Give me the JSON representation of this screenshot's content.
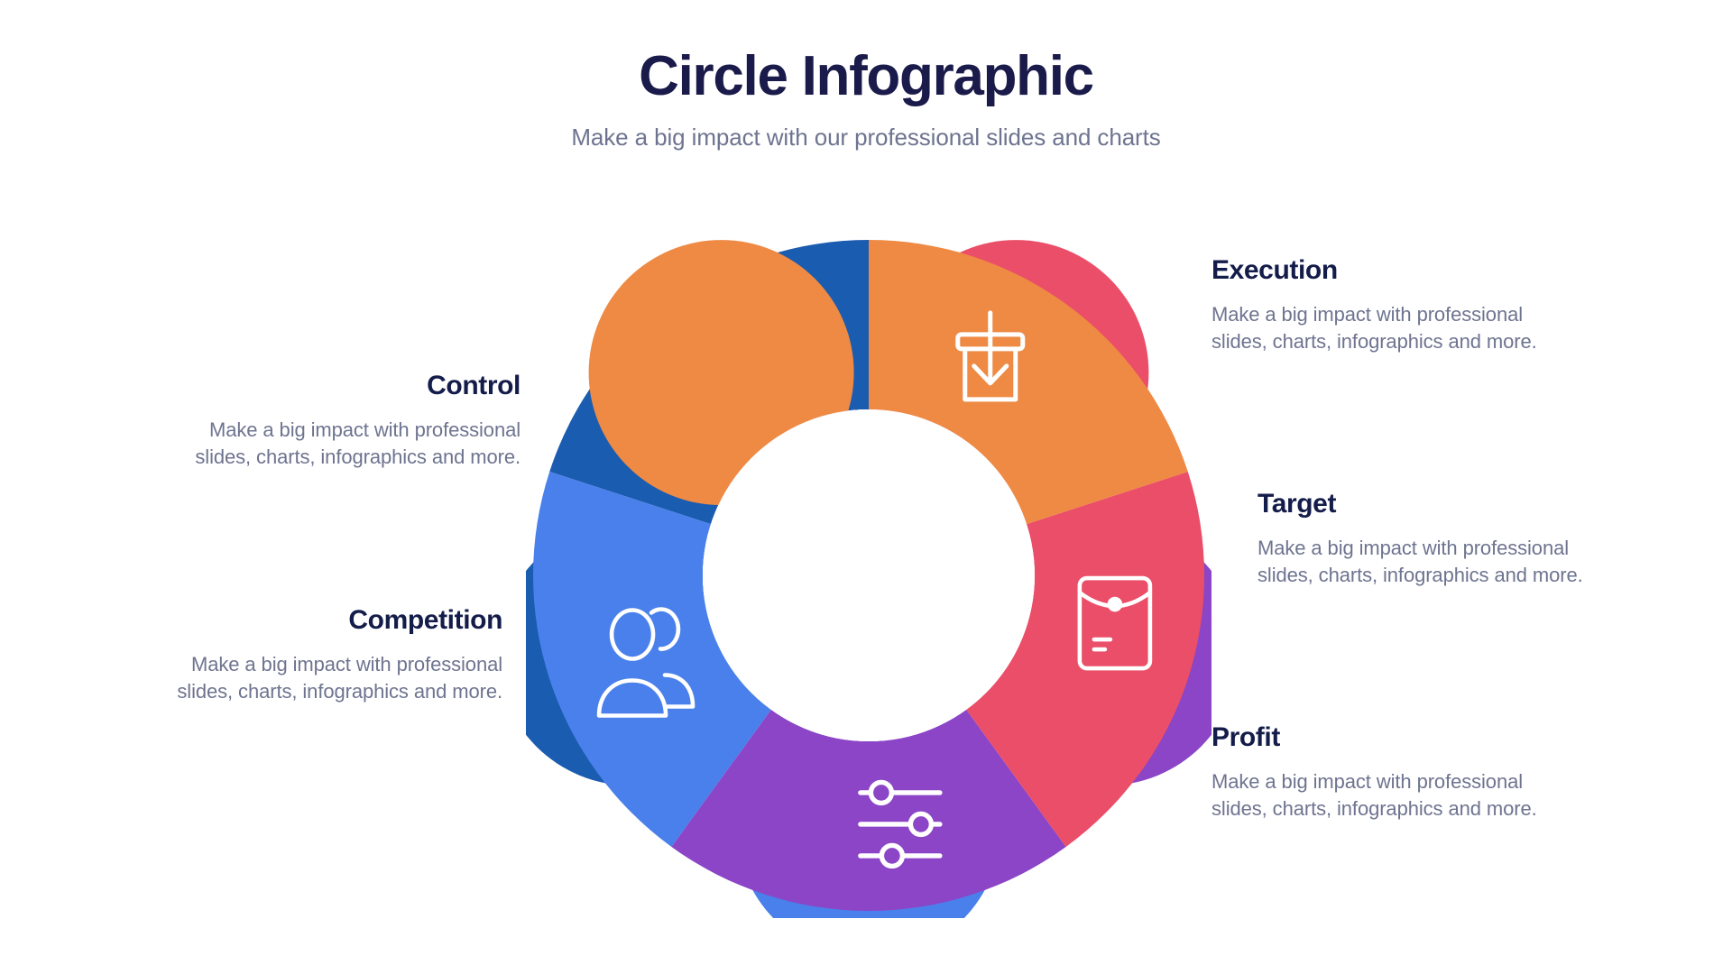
{
  "header": {
    "title": "Circle Infographic",
    "subtitle": "Make a big impact with our professional slides and charts"
  },
  "chart_data": {
    "type": "pie",
    "title": "Circle Infographic",
    "subtitle": "Make a big impact with our professional slides and charts",
    "legend_position": "sides",
    "grid": false,
    "inner_radius_ratio": 0.49,
    "categories": [
      "Execution",
      "Target",
      "Profit",
      "Competition",
      "Control"
    ],
    "values": [
      20,
      20,
      20,
      20,
      20
    ],
    "units": "percent",
    "colors": [
      "#EE8A44",
      "#EB4E68",
      "#8B45C6",
      "#4A80EB",
      "#1A5CB0"
    ],
    "segments": [
      {
        "label": "Execution",
        "value": 20,
        "color": "#EE8A44",
        "icon": "download-box-icon",
        "start_angle": 0,
        "end_angle": 72,
        "side": "right"
      },
      {
        "label": "Target",
        "value": 20,
        "color": "#EB4E68",
        "icon": "envelope-icon",
        "start_angle": 72,
        "end_angle": 144,
        "side": "right"
      },
      {
        "label": "Profit",
        "value": 20,
        "color": "#8B45C6",
        "icon": "sliders-icon",
        "start_angle": 144,
        "end_angle": 216,
        "side": "right"
      },
      {
        "label": "Competition",
        "value": 20,
        "color": "#4A80EB",
        "icon": "users-icon",
        "start_angle": 216,
        "end_angle": 288,
        "side": "left"
      },
      {
        "label": "Control",
        "value": 20,
        "color": "#1A5CB0",
        "icon": "pie-chart-icon",
        "start_angle": 288,
        "end_angle": 360,
        "side": "left"
      }
    ]
  },
  "callouts": {
    "execution": {
      "title": "Execution",
      "body": "Make a big impact with professional slides, charts, infographics and more."
    },
    "target": {
      "title": "Target",
      "body": "Make a big impact with professional slides, charts, infographics and more."
    },
    "profit": {
      "title": "Profit",
      "body": "Make a big impact with professional slides, charts, infographics and more."
    },
    "control": {
      "title": "Control",
      "body": "Make a big impact with professional slides, charts, infographics and more."
    },
    "competition": {
      "title": "Competition",
      "body": "Make a big impact with professional slides, charts, infographics and more."
    }
  }
}
